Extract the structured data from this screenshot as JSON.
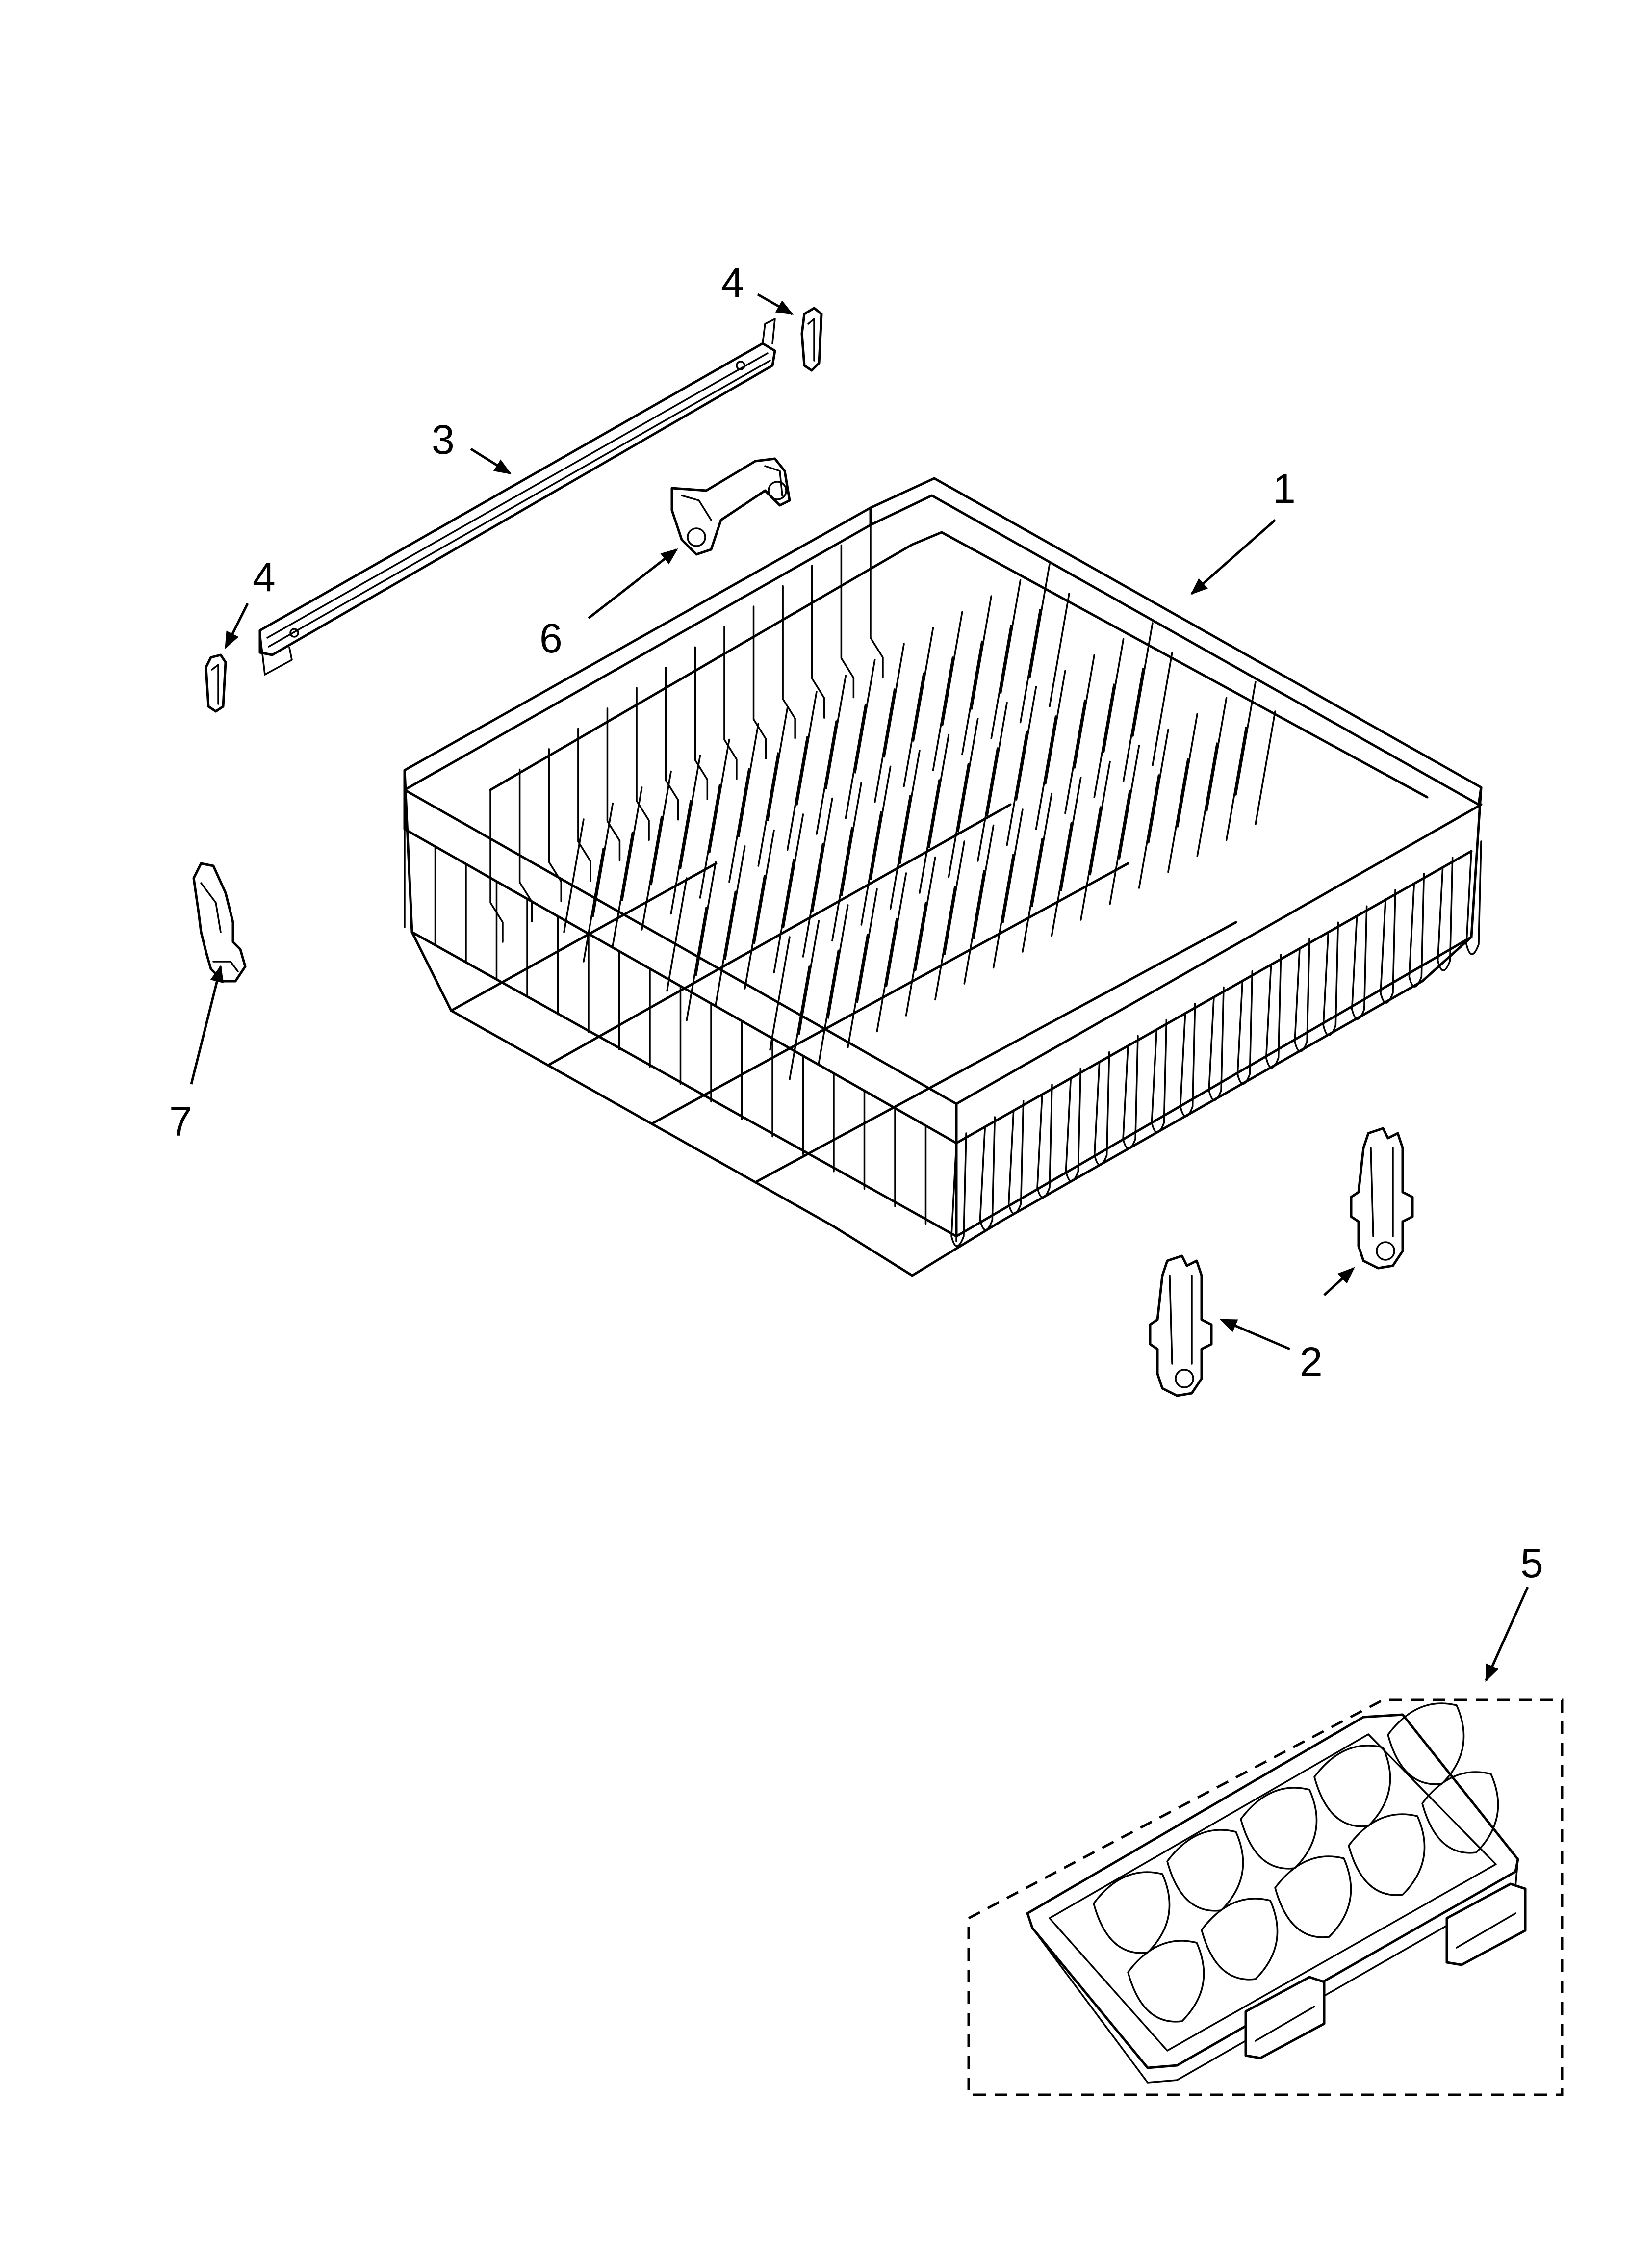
{
  "callouts": {
    "rack": "1",
    "rack_adjuster": "2",
    "rail": "3",
    "rail_stop_top": "4",
    "rail_stop_left": "4",
    "tine_tray_kit": "5",
    "clip": "6",
    "handle": "7"
  },
  "icons": {
    "rack": "dish-rack-icon",
    "adjuster": "rack-adjuster-icon",
    "rail": "rail-icon",
    "stop": "rail-stop-icon",
    "tray": "tine-tray-icon",
    "clip": "clip-icon",
    "handle": "handle-icon"
  },
  "colors": {
    "line": "#000000",
    "background": "#ffffff"
  }
}
